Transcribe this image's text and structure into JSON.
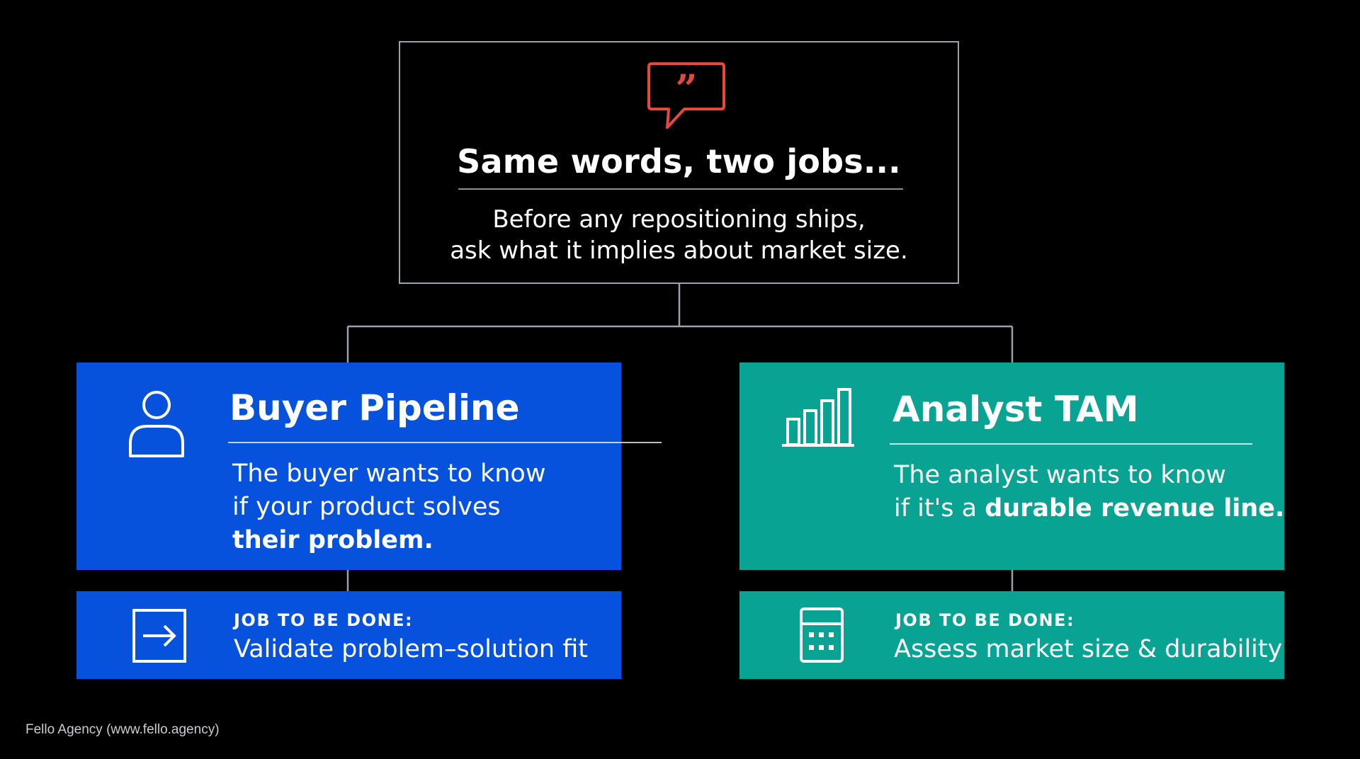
{
  "header": {
    "title": "Same words, two jobs...",
    "body_line1": "Before any repositioning ships,",
    "body_line2": "ask what it implies about market size.",
    "icon": "speech-bubble-quote-icon",
    "accent": "#e8473c"
  },
  "left": {
    "title": "Buyer Pipeline",
    "icon": "person-icon",
    "body_line1": "The buyer wants to know",
    "body_line2": "if your product solves",
    "body_bold": "their problem.",
    "job_label": "JOB TO BE DONE:",
    "job_value": "Validate problem–solution fit",
    "job_icon": "arrow-right-box-icon",
    "color": "#0652dd"
  },
  "right": {
    "title": "Analyst TAM",
    "icon": "bar-chart-icon",
    "body_line1": "The analyst wants to know",
    "body_line2_prefix": "if it's a ",
    "body_bold": "durable revenue line.",
    "job_label": "JOB TO BE DONE:",
    "job_value": "Assess market size & durability",
    "job_icon": "calculator-icon",
    "color": "#08a392"
  },
  "footer": {
    "credit": "Fello Agency (www.fello.agency)"
  }
}
